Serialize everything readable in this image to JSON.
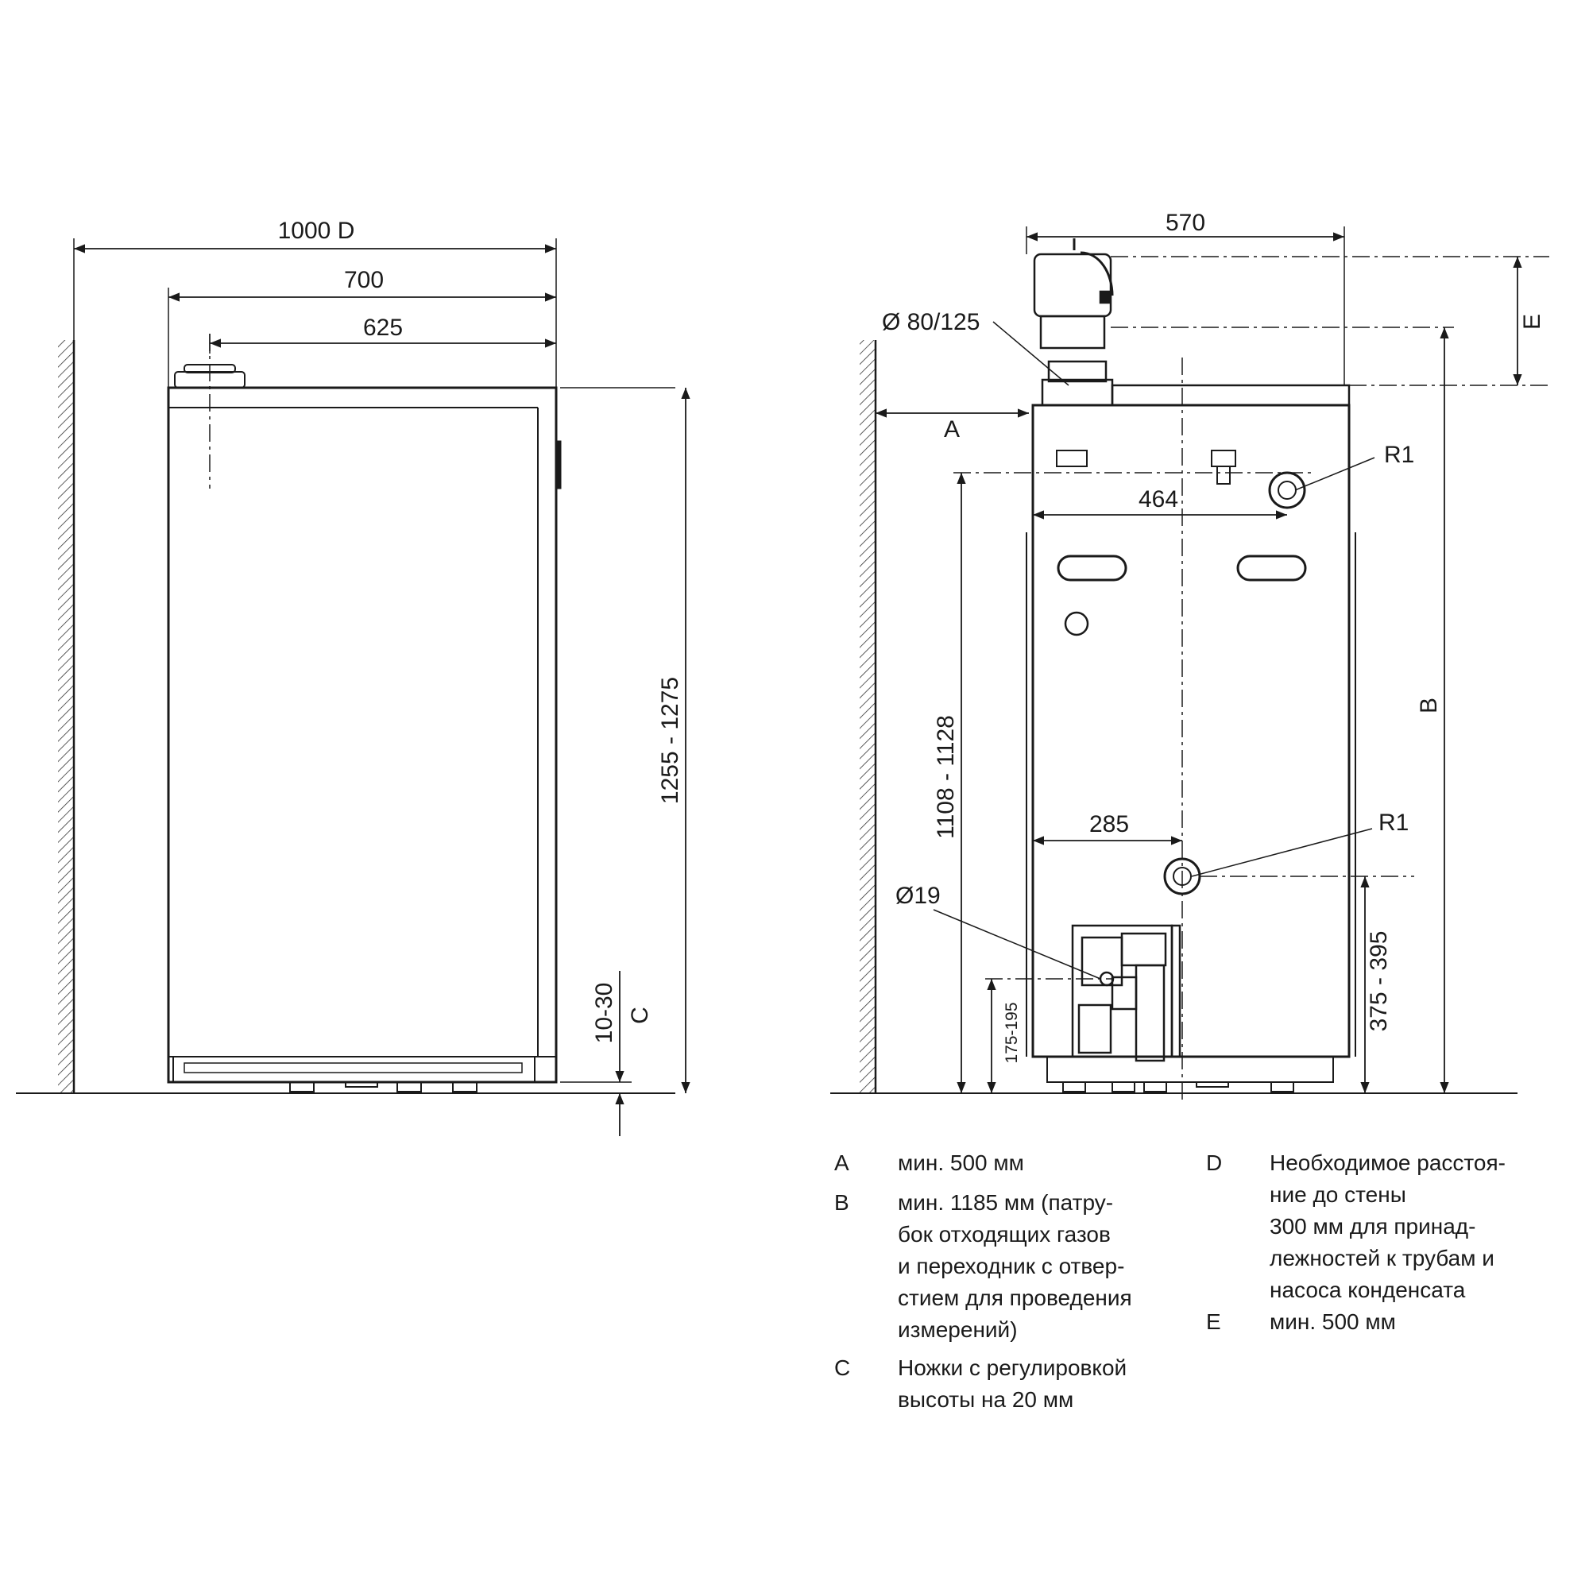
{
  "left_view": {
    "dim_width_total": "1000 D",
    "dim_width_700": "700",
    "dim_width_625": "625",
    "dim_height": "1255 - 1275",
    "dim_feet": "10-30",
    "label_feet": "C"
  },
  "right_view": {
    "dim_width": "570",
    "label_flue": "Ø 80/125",
    "label_wall_gap": "A",
    "label_r1_top": "R1",
    "dim_464": "464",
    "label_b": "B",
    "label_e": "E",
    "dim_1108": "1108 - 1128",
    "dim_285": "285",
    "label_r1_bottom": "R1",
    "label_d19": "Ø19",
    "dim_375": "375 - 395",
    "dim_175": "175-195"
  },
  "legend": {
    "left": [
      {
        "key": "A",
        "text": "мин. 500 мм"
      },
      {
        "key": "B",
        "text": "мин. 1185 мм (патру-\nбок отходящих газов\nи переходник с отвер-\nстием для проведения\nизмерений)"
      },
      {
        "key": "C",
        "text": "Ножки с регулировкой\nвысоты на 20 мм"
      }
    ],
    "right": [
      {
        "key": "D",
        "text": "Необходимое расстоя-\nние до стены\n300 мм для принад-\nлежностей к трубам и\nнасоса конденсата"
      },
      {
        "key": "E",
        "text": "мин. 500 мм"
      }
    ]
  }
}
